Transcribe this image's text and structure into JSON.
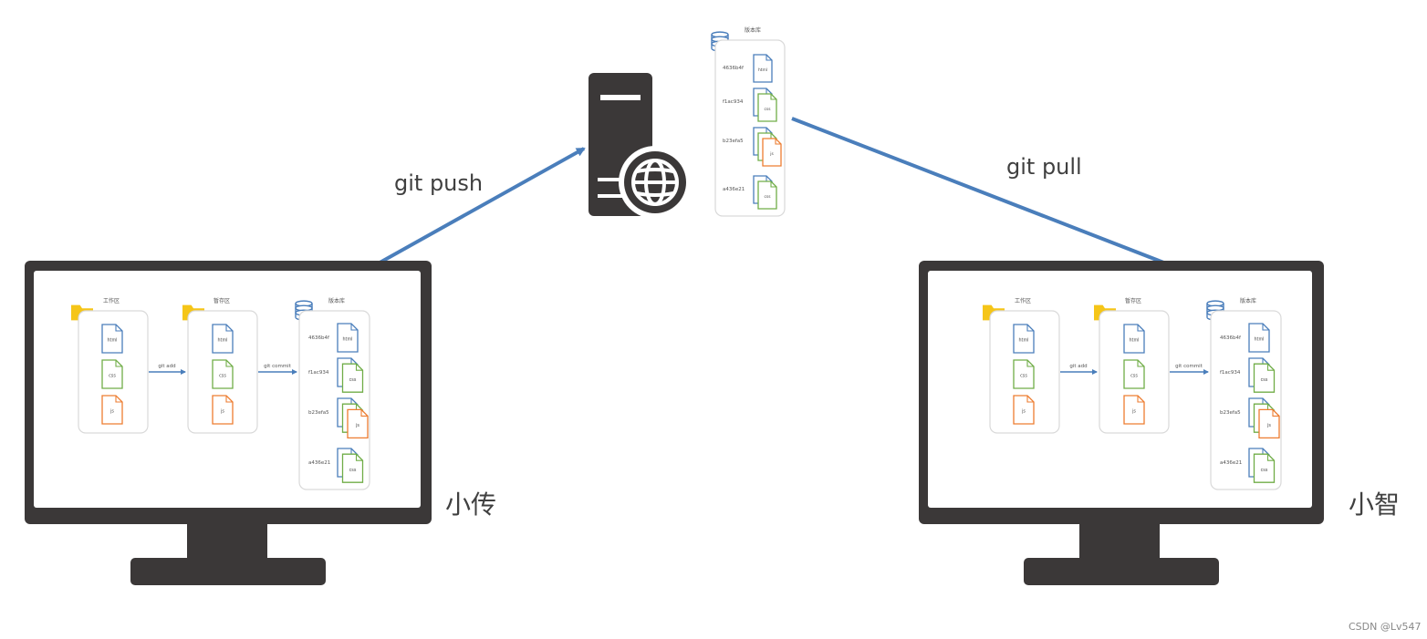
{
  "arrows": {
    "push_label": "git push",
    "pull_label": "git pull",
    "add_label": "git add",
    "commit_label": "git commit"
  },
  "panels": {
    "working_title": "工作区",
    "staging_title": "暂存区",
    "repo_title": "版本库"
  },
  "file_types": [
    "html",
    "css",
    "js"
  ],
  "commits": [
    {
      "hash": "4636b4f",
      "files": [
        "html"
      ]
    },
    {
      "hash": "f1ac934",
      "files": [
        "html",
        "css"
      ]
    },
    {
      "hash": "b23efa5",
      "files": [
        "html",
        "css",
        "js"
      ]
    },
    {
      "hash": "a436e21",
      "files": [
        "html",
        "css"
      ]
    }
  ],
  "users": {
    "left": "小传",
    "right": "小智"
  },
  "watermark": "CSDN @Lv547",
  "colors": {
    "arrow": "#4a7ebb",
    "monitor": "#3b3838",
    "server": "#3b3838",
    "html": "#4a7ebb",
    "css": "#70ad47",
    "js": "#ed7d31",
    "folder": "#f5c518",
    "panel_border": "#d9d9d9"
  }
}
